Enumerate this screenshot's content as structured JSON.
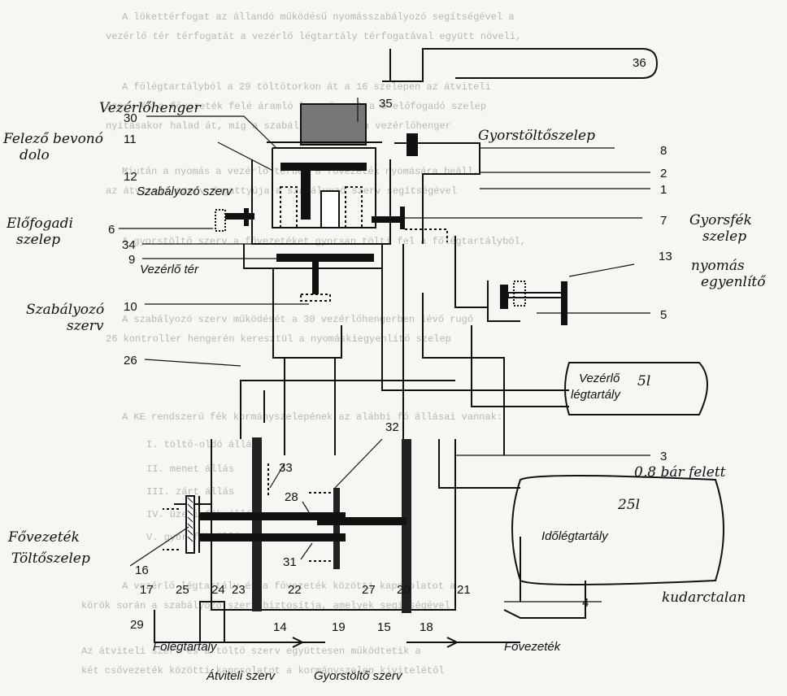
{
  "labels": {
    "l30": "30",
    "l35": "35",
    "l36": "36",
    "l11": "11",
    "l12": "12",
    "l8": "8",
    "l2": "2",
    "l1": "1",
    "l6": "6",
    "l7": "7",
    "l34": "34",
    "l9": "9",
    "l13": "13",
    "l10": "10",
    "l5": "5",
    "l26": "26",
    "l32": "32",
    "l33": "33",
    "l3": "3",
    "l28": "28",
    "l16": "16",
    "l31": "31",
    "l17": "17",
    "l25": "25",
    "l24": "24",
    "l23": "23",
    "l22": "22",
    "l27": "27",
    "l20": "20",
    "l21": "21",
    "l4": "4",
    "l29": "29",
    "l14": "14",
    "l19": "19",
    "l15": "15",
    "l18": "18",
    "szabalyozo_szerv": "Szabályozó szerv",
    "vezerlo_ter": "Vezérlő tér",
    "vezerlo_legtartaly_1": "Vezérlő",
    "vezerlo_legtartaly_2": "légtartály",
    "idolegtartaly": "Időlégtartály",
    "folegtartaly": "Főlégtartály",
    "fovezetek": "Fővezeték",
    "atviteli_szerv": "Átviteli szerv",
    "gyorstolto_szerv": "Gyorstöltő szerv"
  },
  "handwritten": {
    "vezerlohenger": "Vezérlőhenger",
    "felozo_1": "Felező bevonó",
    "felozo_2": "dolo",
    "gyorstolto_szelep": "Gyorstöltőszelep",
    "elofogadi_1": "Előfogadi",
    "elofogadi_2": "szelep",
    "gyorsfek_1": "Gyorsfék",
    "gyorsfek_2": "szelep",
    "nyomas_1": "nyomás",
    "nyomas_2": "egyenlítő",
    "szabalyozo_1": "Szabályozó",
    "szabalyozo_2": "szerv",
    "vol_5": "5l",
    "bar": "0,8 bár felett",
    "vol_25": "25l",
    "fovezetek_1": "Fővezeték",
    "fovezetek_2": "Töltőszelep",
    "kudarctalan": "kudarctalan"
  },
  "background_text": [
    "A lökettérfogat az állandó működésű nyomásszabályozó segítségével a",
    "vezérlő tér térfogatát a vezérlő légtartály térfogatával együtt növeli,",
    "A főlégtartályból a 29 töltőtorkon át a 16 szelepen az átviteli",
    "szerv és a fővezeték felé áramló levegő csak a 6 előfogadó szelep",
    "nyitásakor halad át, míg a szabályozó szerv a vezérlőhenger",
    "Miután a nyomás a vezérlő térben a fővezeték nyomására beáll,",
    "az átviteli szerv dugattyúja a szabályozó szerv segítségével",
    "A gyorstöltő szerv a fővezetéket gyorsan tölti fel a főlégtartályból,",
    "A szabályozó szerv működését a 30 vezérlőhengerben lévő rugó",
    "26 kontroller hengerén keresztül a nyomáskiegyenlítő szelep",
    "A KE rendszerű fék kormányszelepének az alábbi fő állásai vannak:",
    "I. töltő-oldó állás",
    "II. menet állás",
    "III. zárt állás",
    "IV. üzemi fék állás",
    "V. gyorsfék állás",
    "A vezérlő légtartály és a fővezeték közötti kapcsolatot a",
    "körök során a szabályozó szerv biztosítja, amelyek segítségével",
    "Az átviteli szerv és a töltő szerv együttesen működtetik a",
    "két csővezeték közötti kapcsolatot a kormányszelep kivitelétől"
  ]
}
